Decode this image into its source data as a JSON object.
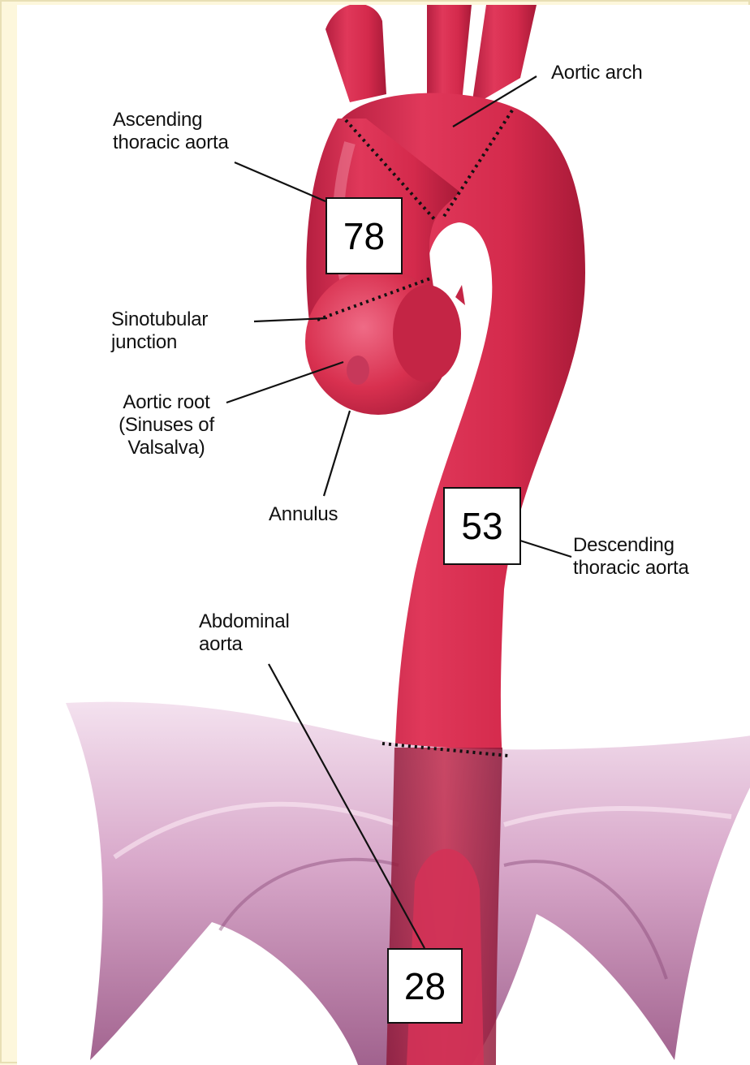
{
  "labels": {
    "aortic_arch": "Aortic arch",
    "ascending": "Ascending\nthoracic aorta",
    "sinotubular": "Sinotubular\njunction",
    "aortic_root": "Aortic root\n(Sinuses of\nValsalva)",
    "annulus": "Annulus",
    "descending": "Descending\nthoracic aorta",
    "abdominal": "Abdominal\naorta"
  },
  "numbers": {
    "ascending": "78",
    "descending": "53",
    "abdominal": "28"
  },
  "colors": {
    "aorta": "#d62a4c",
    "aorta_shadow": "#b01e3c",
    "aorta_highlight": "#ee7289",
    "diaphragm": "#c98cb6",
    "background": "#fdf7dc"
  }
}
